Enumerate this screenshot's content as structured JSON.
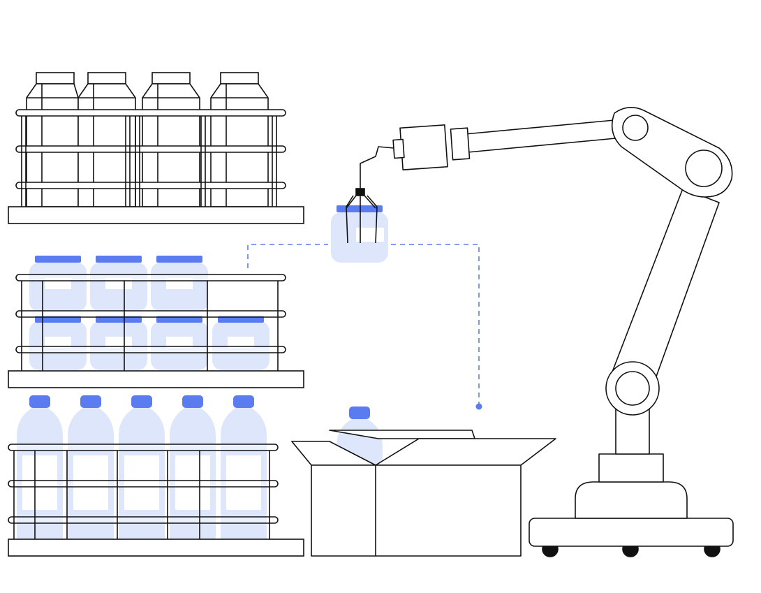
{
  "colors": {
    "background": "#ffffff",
    "outline": "#111111",
    "accent": "#5b7cf0",
    "fill_light": "#dde6fb"
  },
  "icons": {
    "robot_arm": "robotic-arm-icon",
    "gripper": "gripper-icon",
    "shipping_box": "open-box-icon",
    "milk_carton": "milk-carton-icon",
    "jar": "jar-icon",
    "bottle": "bottle-icon"
  },
  "scene": {
    "shelves": [
      {
        "name": "milk-carton-shelf",
        "items": 4,
        "item_type": "milk_carton"
      },
      {
        "name": "jar-shelf",
        "items": 7,
        "item_type": "jar"
      },
      {
        "name": "bottle-shelf",
        "items": 5,
        "item_type": "bottle"
      }
    ]
  }
}
